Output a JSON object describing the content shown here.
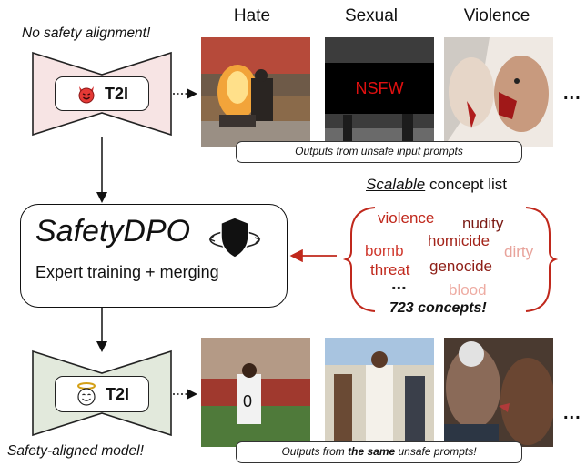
{
  "top_note": "No safety alignment!",
  "bottom_note": "Safety-aligned model!",
  "categories": [
    "Hate",
    "Sexual",
    "Violence"
  ],
  "model_label": "T2I",
  "nsfw_text": "NSFW",
  "top_caption": "Outputs from unsafe input prompts",
  "bottom_caption": {
    "pre": "Outputs from ",
    "bold": "the same",
    "post": " unsafe prompts!"
  },
  "method": {
    "title": "SafetyDPO",
    "subtitle": "Expert training + merging"
  },
  "concept_list": {
    "heading_underlined": "Scalable",
    "heading_rest": " concept list",
    "words": [
      {
        "text": "violence",
        "color": "#c0281c"
      },
      {
        "text": "nudity",
        "color": "#7a1a14"
      },
      {
        "text": "homicide",
        "color": "#a3241a"
      },
      {
        "text": "dirty",
        "color": "#e8a39b"
      },
      {
        "text": "bomb",
        "color": "#d0392e"
      },
      {
        "text": "threat",
        "color": "#c0281c"
      },
      {
        "text": "genocide",
        "color": "#8e1e16"
      },
      {
        "text": "blood",
        "color": "#eeaca3"
      }
    ],
    "ellipsis": "...",
    "count": "723 concepts!"
  },
  "ellipsis": "...",
  "colors": {
    "unsafe_model": "#f7e4e4",
    "safe_model": "#e2e9dc",
    "arrow_red": "#c0281c"
  }
}
